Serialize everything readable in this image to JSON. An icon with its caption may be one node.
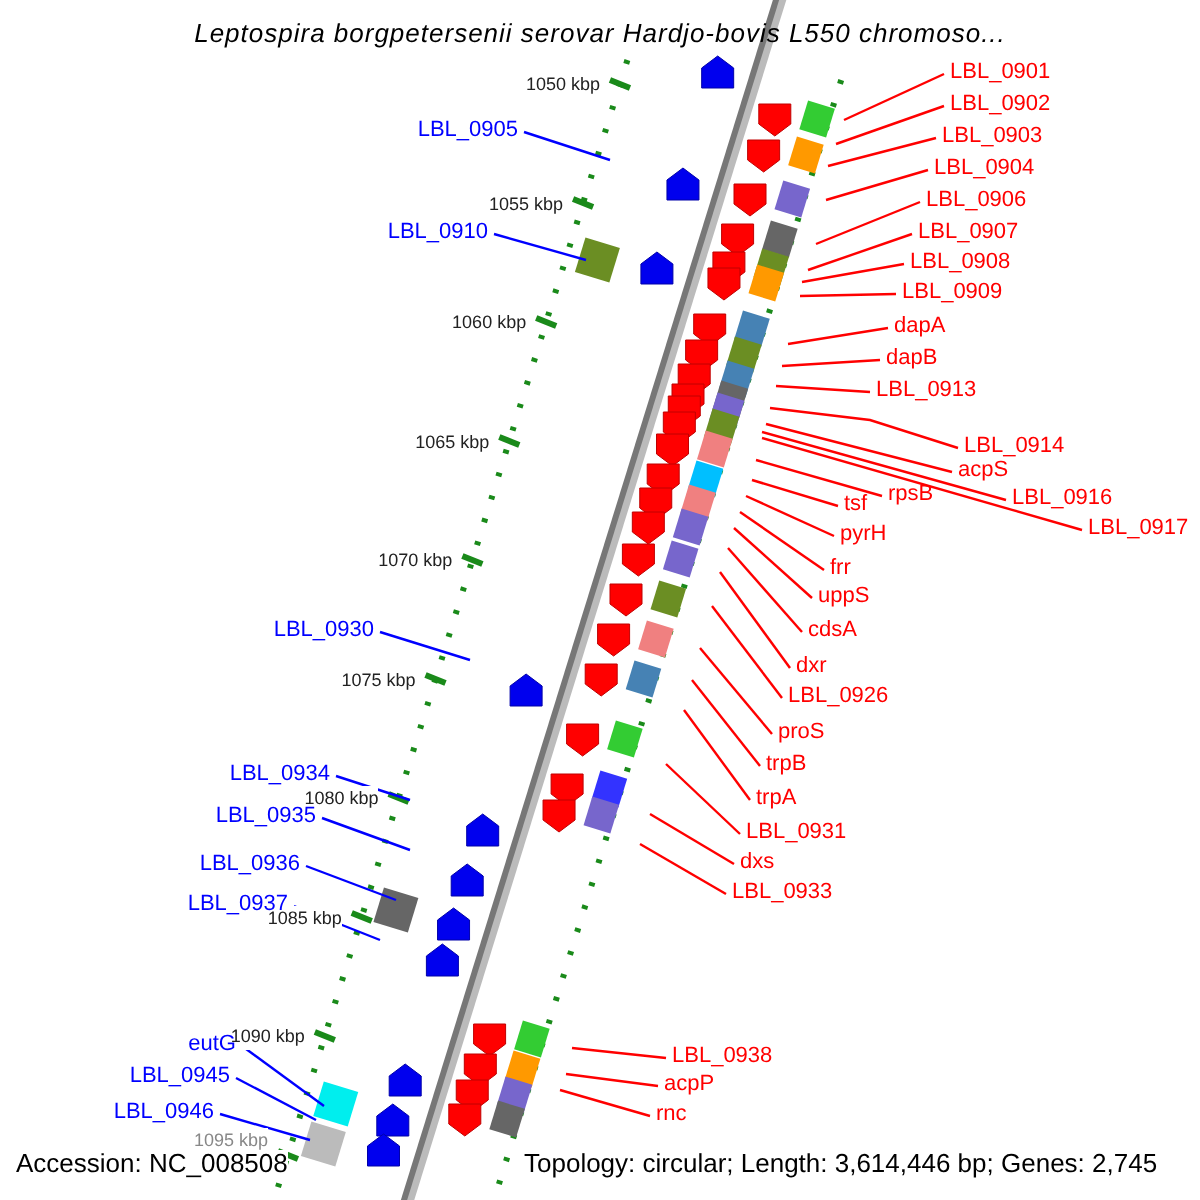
{
  "diagram": {
    "title": "Leptospira borgpetersenii serovar Hardjo-bovis L550 chromoso...",
    "nodes": [
      {
        "text": [
          "LBL_0901"
        ]
      },
      {
        "text": [
          "LBL_0902"
        ]
      },
      {
        "text": [
          "LBL_0905"
        ]
      },
      {
        "text": [
          "LBL_0903"
        ]
      },
      {
        "text": [
          "LBL_0904"
        ]
      },
      {
        "text": [
          "LBL_0906"
        ]
      },
      {
        "text": [
          "LBL_0910"
        ]
      },
      {
        "text": [
          "LBL_0907"
        ]
      },
      {
        "text": [
          "LBL_0908"
        ]
      },
      {
        "text": [
          "LBL_0909"
        ]
      },
      {
        "text": [
          "dapA"
        ]
      },
      {
        "text": [
          "dapB"
        ]
      },
      {
        "text": [
          "LBL_0913"
        ]
      },
      {
        "text": [
          "LBL_0914"
        ]
      },
      {
        "text": [
          "acpS"
        ]
      },
      {
        "text": [
          "rpsB"
        ]
      },
      {
        "text": [
          "LBL_0916"
        ]
      },
      {
        "text": [
          "tsf"
        ]
      },
      {
        "text": [
          "LBL_0917"
        ]
      },
      {
        "text": [
          "pyrH"
        ]
      },
      {
        "text": [
          "frr"
        ]
      },
      {
        "text": [
          "uppS"
        ]
      },
      {
        "text": [
          "cdsA"
        ]
      },
      {
        "text": [
          "LBL_0930"
        ]
      },
      {
        "text": [
          "dxr"
        ]
      },
      {
        "text": [
          "LBL_0926"
        ]
      },
      {
        "text": [
          "proS"
        ]
      },
      {
        "text": [
          "trpB"
        ]
      },
      {
        "text": [
          "LBL_0934"
        ]
      },
      {
        "text": [
          "trpA"
        ]
      },
      {
        "text": [
          "LBL_0935"
        ]
      },
      {
        "text": [
          "LBL_0931"
        ]
      },
      {
        "text": [
          "dxs"
        ]
      },
      {
        "text": [
          "LBL_0936"
        ]
      },
      {
        "text": [
          "LBL_0933"
        ]
      },
      {
        "text": [
          "LBL_0937"
        ]
      },
      {
        "text": [
          "eutG"
        ]
      },
      {
        "text": [
          "LBL_0938"
        ]
      },
      {
        "text": [
          "LBL_0945"
        ]
      },
      {
        "text": [
          "acpP"
        ]
      },
      {
        "text": [
          "LBL_0946"
        ]
      },
      {
        "text": [
          "rnc"
        ]
      }
    ],
    "edges": [
      {
        "from": 0,
        "to": null,
        "arrow": "none"
      },
      {
        "from": 1,
        "to": null,
        "arrow": "none"
      },
      {
        "from": 2,
        "to": null,
        "arrow": "none",
        "color": "#0000ff"
      },
      {
        "from": 3,
        "to": null,
        "arrow": "none"
      },
      {
        "from": 4,
        "to": null,
        "arrow": "none"
      },
      {
        "from": 5,
        "to": null,
        "arrow": "none"
      },
      {
        "from": 6,
        "to": null,
        "arrow": "none",
        "color": "#0000ff"
      },
      {
        "from": 7,
        "to": null,
        "arrow": "none"
      },
      {
        "from": 8,
        "to": null,
        "arrow": "none"
      },
      {
        "from": 9,
        "to": null,
        "arrow": "none"
      },
      {
        "from": 10,
        "to": null,
        "arrow": "none"
      },
      {
        "from": 11,
        "to": null,
        "arrow": "none"
      },
      {
        "from": 12,
        "to": null,
        "arrow": "none"
      },
      {
        "from": 13,
        "to": null,
        "arrow": "none"
      },
      {
        "from": 14,
        "to": null,
        "arrow": "none"
      },
      {
        "from": 15,
        "to": null,
        "arrow": "none"
      },
      {
        "from": 16,
        "to": null,
        "arrow": "none"
      },
      {
        "from": 17,
        "to": null,
        "arrow": "none"
      },
      {
        "from": 18,
        "to": null,
        "arrow": "none"
      },
      {
        "from": 19,
        "to": null,
        "arrow": "none"
      },
      {
        "from": 20,
        "to": null,
        "arrow": "none"
      },
      {
        "from": 21,
        "to": null,
        "arrow": "none"
      },
      {
        "from": 22,
        "to": null,
        "arrow": "none"
      },
      {
        "from": 23,
        "to": null,
        "arrow": "none",
        "color": "#0000ff"
      },
      {
        "from": 24,
        "to": null,
        "arrow": "none"
      },
      {
        "from": 25,
        "to": null,
        "arrow": "none"
      },
      {
        "from": 26,
        "to": null,
        "arrow": "none"
      },
      {
        "from": 27,
        "to": null,
        "arrow": "none"
      },
      {
        "from": 28,
        "to": null,
        "arrow": "none",
        "color": "#0000ff"
      },
      {
        "from": 29,
        "to": null,
        "arrow": "none"
      },
      {
        "from": 30,
        "to": null,
        "arrow": "none",
        "color": "#0000ff"
      },
      {
        "from": 31,
        "to": null,
        "arrow": "none"
      },
      {
        "from": 32,
        "to": null,
        "arrow": "none"
      },
      {
        "from": 33,
        "to": null,
        "arrow": "none",
        "color": "#0000ff"
      },
      {
        "from": 34,
        "to": null,
        "arrow": "none"
      },
      {
        "from": 35,
        "to": null,
        "arrow": "none",
        "color": "#0000ff"
      },
      {
        "from": 36,
        "to": null,
        "arrow": "none",
        "color": "#0000ff"
      },
      {
        "from": 37,
        "to": null,
        "arrow": "none"
      },
      {
        "from": 38,
        "to": null,
        "arrow": "none",
        "color": "#0000ff"
      },
      {
        "from": 39,
        "to": null,
        "arrow": "none"
      },
      {
        "from": 40,
        "to": null,
        "arrow": "none",
        "color": "#0000ff"
      },
      {
        "from": 41,
        "to": null,
        "arrow": "none"
      }
    ],
    "labels": [
      "1050 kbp",
      "1055 kbp",
      "1060 kbp",
      "1065 kbp",
      "1070 kbp",
      "1075 kbp",
      "1080 kbp",
      "1085 kbp",
      "1090 kbp",
      "1095 kbp",
      "Accession: NC_008508",
      "Topology: circular; Length: 3,614,446 bp; Genes: 2,745"
    ]
  }
}
